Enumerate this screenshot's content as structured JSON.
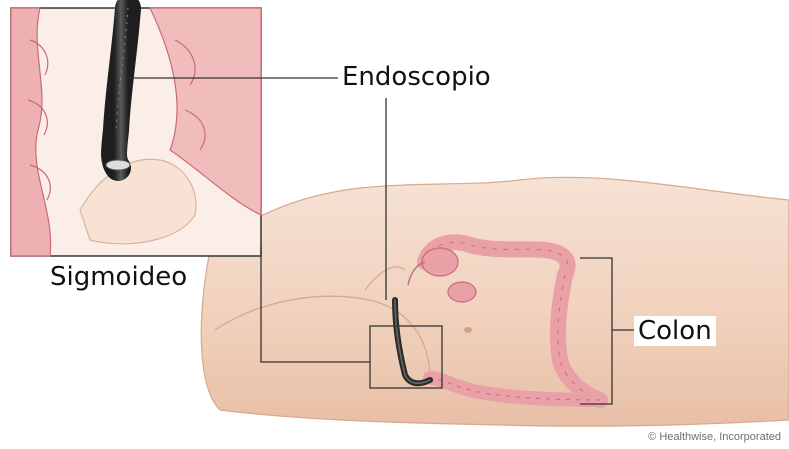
{
  "labels": {
    "endoscope": "Endoscopio",
    "sigmoid": "Sigmoideo",
    "colon": "Colon"
  },
  "credit": "© Healthwise, Incorporated",
  "colors": {
    "skin": "#f2d7c4",
    "skin_shadow": "#e3b79d",
    "colon": "#e9a0a7",
    "colon_dark": "#c96b77",
    "endoscope": "#3a3a3a",
    "leader_line": "#333333"
  }
}
